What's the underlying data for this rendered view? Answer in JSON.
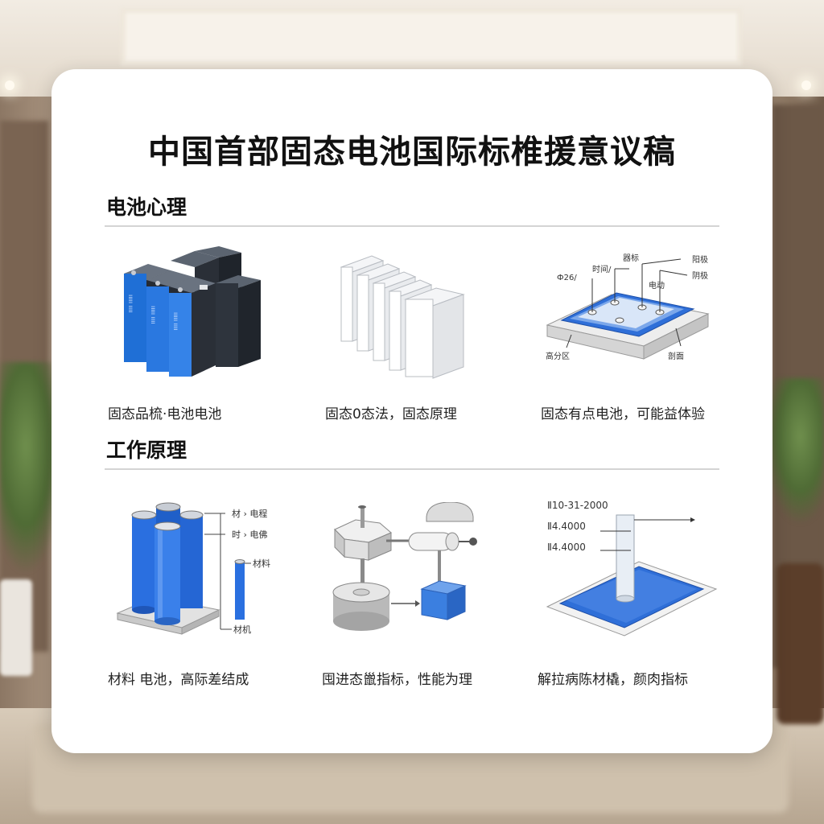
{
  "title": "中国首部固态电池国际标椎援意议稿",
  "sections": [
    {
      "heading": "电池心理",
      "items": [
        {
          "caption": "固态品梳·电池电池",
          "labels": []
        },
        {
          "caption": "固态0态法，固态原理",
          "labels": []
        },
        {
          "caption": "固态有点电池，可能益体验",
          "labels": [
            "Ф26/",
            "阳极",
            "时间/",
            "器标",
            "阴极",
            "电动",
            "高分区",
            "剖面"
          ]
        }
      ]
    },
    {
      "heading": "工作原理",
      "items": [
        {
          "caption": "材料 电池，高际差结成",
          "labels": [
            "材 › 电程",
            "时 › 电佛",
            "材料",
            "材机"
          ]
        },
        {
          "caption": "囤进态巤指标，性能为理",
          "labels": []
        },
        {
          "caption": "解拉病陈材橇，颜肉指标",
          "labels": [
            "Ⅱ10-31-2000",
            "Ⅱ4.4000",
            "Ⅱ4.4000"
          ]
        }
      ]
    }
  ],
  "colors": {
    "accent_blue": "#2f6fd8",
    "card": "#ffffff",
    "text": "#111111"
  }
}
